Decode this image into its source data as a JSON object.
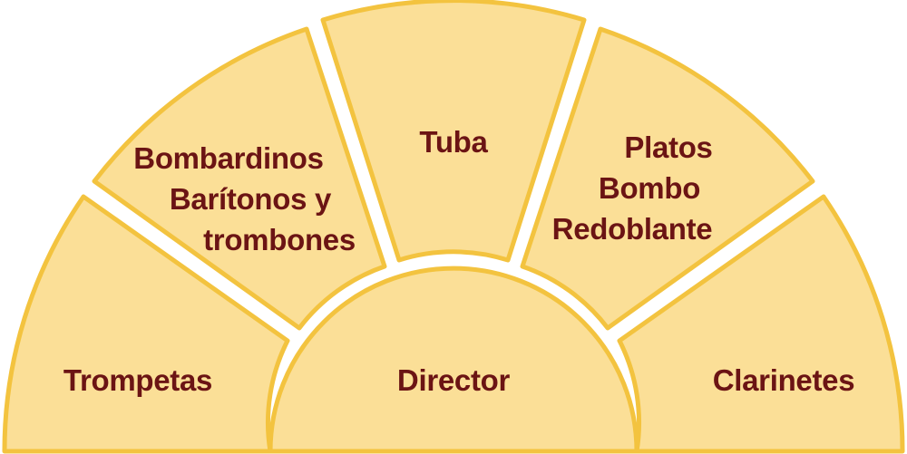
{
  "colors": {
    "fill": "#FBDF97",
    "stroke": "#F3C33F",
    "text": "#6B1414",
    "background": "#FFFFFF"
  },
  "sections": {
    "trompetas": {
      "lines": [
        "Trompetas"
      ]
    },
    "bombardinos": {
      "lines": [
        "Bombardinos",
        "Barítonos y",
        "trombones"
      ]
    },
    "tuba": {
      "lines": [
        "Tuba"
      ]
    },
    "percusion": {
      "lines": [
        "Platos",
        "Bombo",
        "Redoblante"
      ]
    },
    "clarinetes": {
      "lines": [
        "Clarinetes"
      ]
    },
    "director": {
      "lines": [
        "Director"
      ]
    }
  }
}
